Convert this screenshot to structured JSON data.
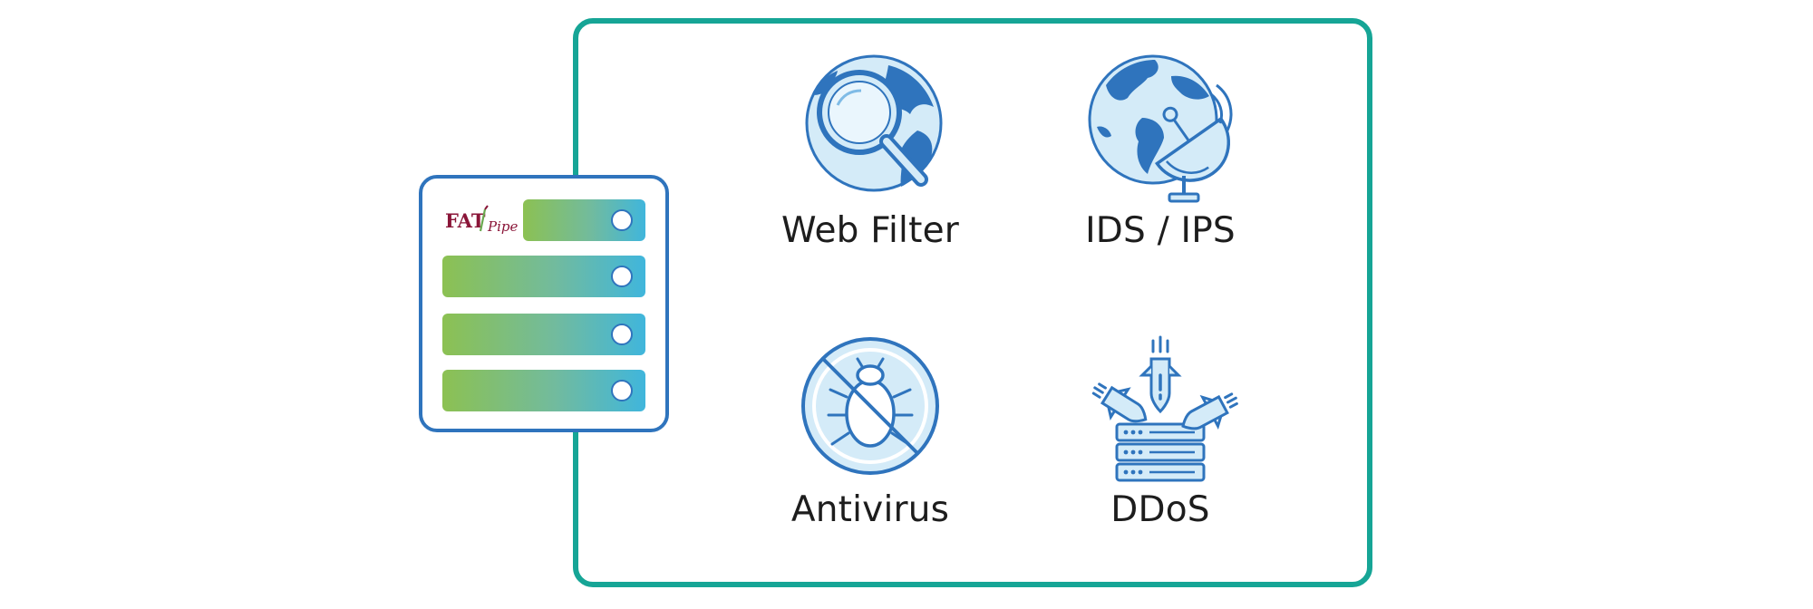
{
  "logo": {
    "text_main": "FAT",
    "text_accent": "Pipe"
  },
  "features": [
    {
      "label": "Web Filter",
      "icon": "globe-search-icon"
    },
    {
      "label": "IDS / IPS",
      "icon": "satellite-globe-icon"
    },
    {
      "label": "Antivirus",
      "icon": "no-bug-icon"
    },
    {
      "label": "DDoS",
      "icon": "ddos-attack-icon"
    }
  ],
  "colors": {
    "frame": "#16a596",
    "icon_blue": "#2f74bd",
    "icon_fill": "#d4ebf8",
    "slot_start": "#8cc152",
    "slot_end": "#40b6dc",
    "logo_red": "#8a1538"
  }
}
